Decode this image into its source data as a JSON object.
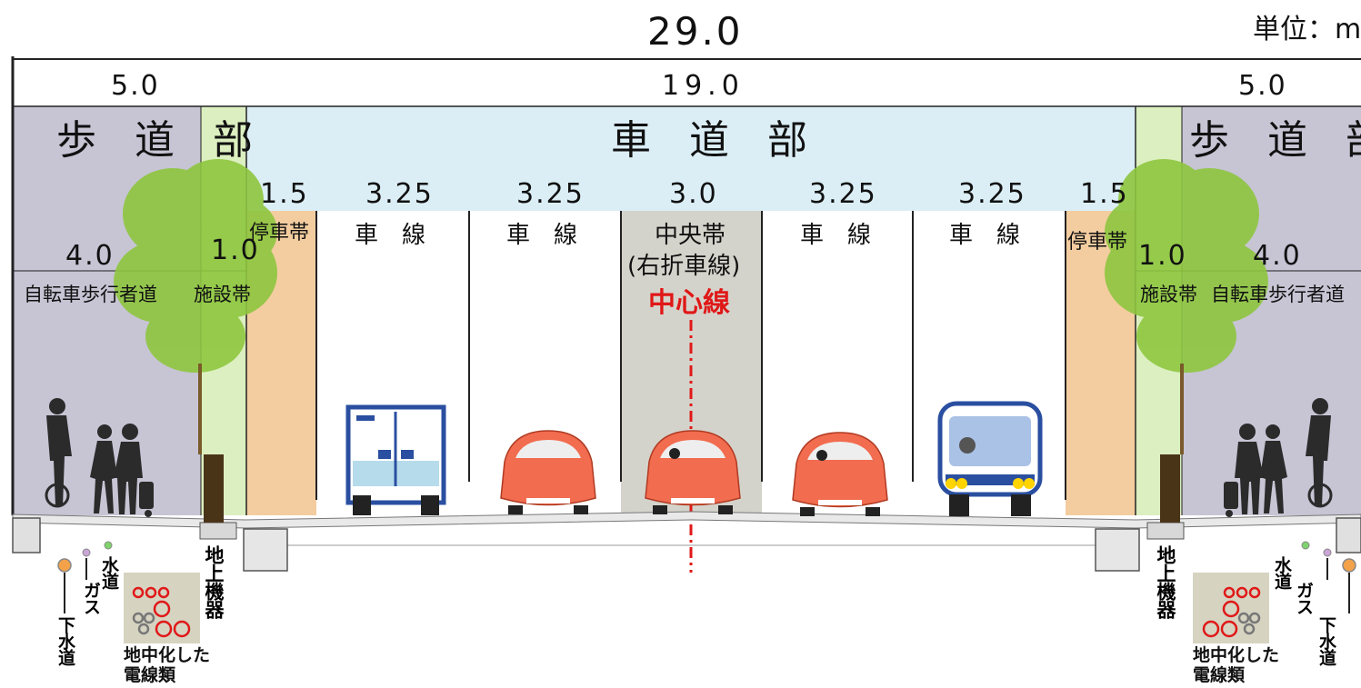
{
  "unit": "単位：m",
  "total_width": "29.0",
  "sidewalk": {
    "width": "5.0",
    "label": "歩 道 部",
    "bike_width": "4.0",
    "bike_label": "自転車歩行者道",
    "facility_width": "1.0",
    "facility_label": "施設帯"
  },
  "roadway": {
    "width": "19.0",
    "label": "車 道 部",
    "parking_width": "1.5",
    "parking_label": "停車帯",
    "lane_width": "3.25",
    "lane_label": "車　線",
    "median_width": "3.0",
    "median_label_1": "中央帯",
    "median_label_2": "(右折車線)"
  },
  "centerline_label": "中心線",
  "utilities": {
    "water": "水道",
    "gas": "ガス",
    "sewer": "下水道",
    "ground_equipment": "地上機器",
    "cable_1": "地中化した",
    "cable_2": "電線類"
  },
  "colors": {
    "sidewalk": "#c7c4d4",
    "facility": "#dcefc0",
    "roadway_header": "#dbeef6",
    "parking": "#f3cda0",
    "median": "#d4d3cb",
    "centerline": "#e01818",
    "car": "#f26c4f",
    "tree": "#8ec63f"
  }
}
